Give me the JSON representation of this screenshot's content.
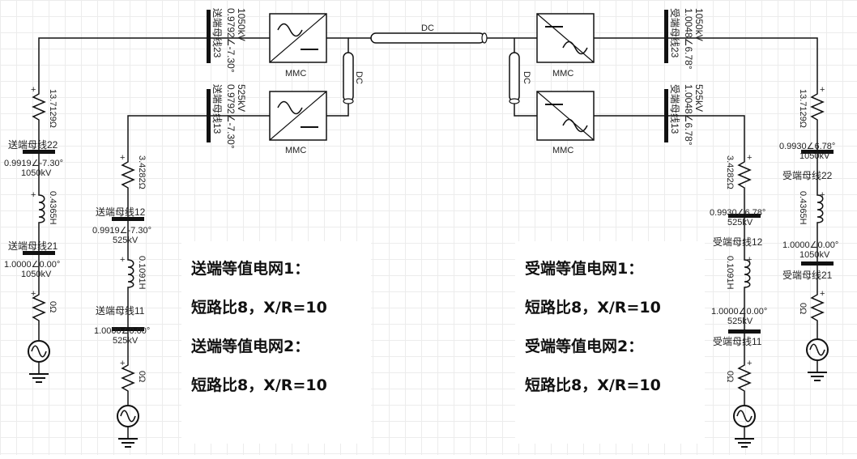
{
  "dc_line_label": "DC",
  "mmc_label": "MMC",
  "send": {
    "bus23": {
      "name": "送端母线23",
      "v": "0.9792∠-7.30°",
      "kv": "1050kV"
    },
    "bus13": {
      "name": "送端母线13",
      "v": "0.9792∠-7.30°",
      "kv": "525kV"
    },
    "bus22": {
      "name": "送端母线22",
      "v": "0.9919∠-7.30°",
      "kv": "1050kV"
    },
    "bus21": {
      "name": "送端母线21",
      "v": "1.0000∠0.00°",
      "kv": "1050kV"
    },
    "bus12": {
      "name": "送端母线12",
      "v": "0.9919∠-7.30°",
      "kv": "525kV"
    },
    "bus11": {
      "name": "送端母线11",
      "v": "1.0000∠0.00°",
      "kv": "525kV"
    },
    "r_hv": "13.7129Ω",
    "l_hv": "0.4365H",
    "r0_hv": "0Ω",
    "r_lv": "3.4282Ω",
    "l_lv": "0.1091H",
    "r0_lv": "0Ω"
  },
  "recv": {
    "bus23": {
      "name": "受端母线23",
      "v": "1.0048∠6.78°",
      "kv": "1050kV"
    },
    "bus13": {
      "name": "受端母线13",
      "v": "1.0048∠6.78°",
      "kv": "525kV"
    },
    "bus22": {
      "name": "受端母线22",
      "v": "0.9930∠6.78°",
      "kv": "1050kV"
    },
    "bus21": {
      "name": "受端母线21",
      "v": "1.0000∠0.00°",
      "kv": "1050kV"
    },
    "bus12": {
      "name": "受端母线12",
      "v": "0.9930∠6.78°",
      "kv": "525kV"
    },
    "bus11": {
      "name": "受端母线11",
      "v": "1.0000∠0.00°",
      "kv": "525kV"
    },
    "r_hv": "13.7129Ω",
    "l_hv": "0.4365H",
    "r0_hv": "0Ω",
    "r_lv": "3.4282Ω",
    "l_lv": "0.1091H",
    "r0_lv": "0Ω"
  },
  "notes": {
    "left": [
      "送端等值电网1：",
      "短路比8，X/R=10",
      "送端等值电网2：",
      "短路比8，X/R=10"
    ],
    "right": [
      "受端等值电网1：",
      "短路比8，X/R=10",
      "受端等值电网2：",
      "短路比8，X/R=10"
    ]
  }
}
